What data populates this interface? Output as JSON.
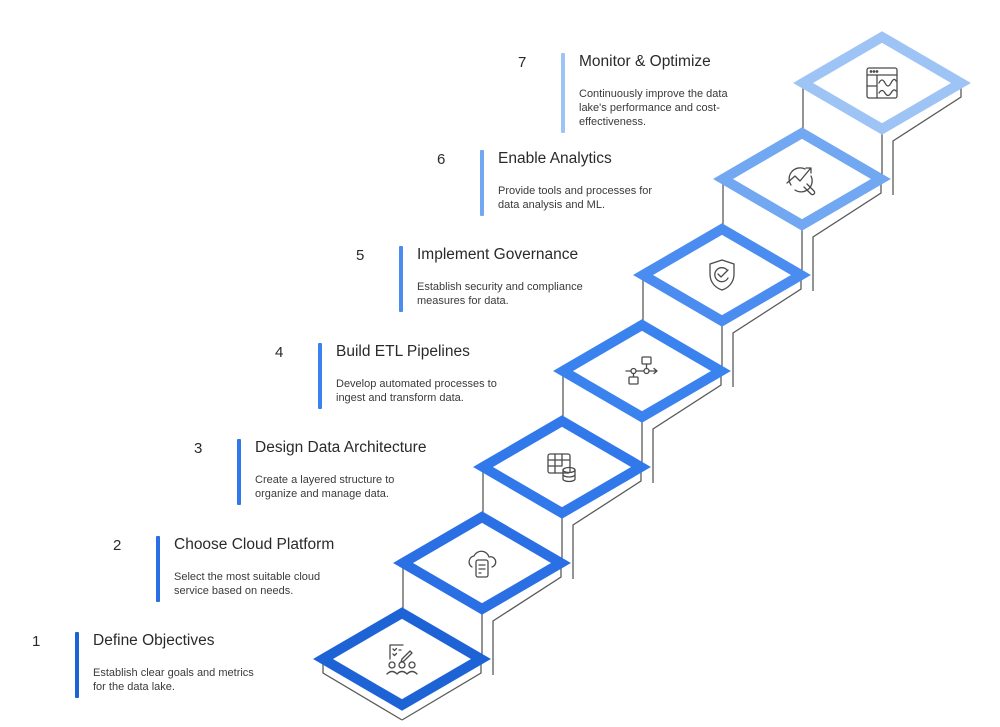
{
  "diagram": {
    "type": "isometric-staircase",
    "colors": {
      "outline": "#5a5a5a",
      "icon": "#4a4a4a",
      "text": "#2a2a2a",
      "step_accents": [
        "#1e63d6",
        "#2a6fe3",
        "#3179ea",
        "#3a82ee",
        "#4a8cf0",
        "#72a7f2",
        "#9ec4f6"
      ]
    },
    "steps": [
      {
        "number": "1",
        "title": "Define Objectives",
        "description_lines": [
          "Establish clear goals and metrics",
          "for the data lake."
        ],
        "icon": "team-goals-checklist-icon"
      },
      {
        "number": "2",
        "title": "Choose Cloud Platform",
        "description_lines": [
          "Select the most suitable cloud",
          "service based on needs."
        ],
        "icon": "cloud-document-icon"
      },
      {
        "number": "3",
        "title": "Design Data Architecture",
        "description_lines": [
          "Create a layered structure to",
          "organize and manage data."
        ],
        "icon": "table-database-icon"
      },
      {
        "number": "4",
        "title": "Build ETL Pipelines",
        "description_lines": [
          "Develop automated processes to",
          "ingest and transform data."
        ],
        "icon": "pipeline-flow-icon"
      },
      {
        "number": "5",
        "title": "Implement Governance",
        "description_lines": [
          "Establish security and compliance",
          "measures for data."
        ],
        "icon": "shield-check-icon"
      },
      {
        "number": "6",
        "title": "Enable Analytics",
        "description_lines": [
          "Provide tools and processes for",
          "data analysis and ML."
        ],
        "icon": "analytics-search-icon"
      },
      {
        "number": "7",
        "title": "Monitor & Optimize",
        "description_lines": [
          "Continuously improve the data",
          "lake's performance and cost-",
          "effectiveness."
        ],
        "icon": "dashboard-monitor-icon"
      }
    ]
  }
}
